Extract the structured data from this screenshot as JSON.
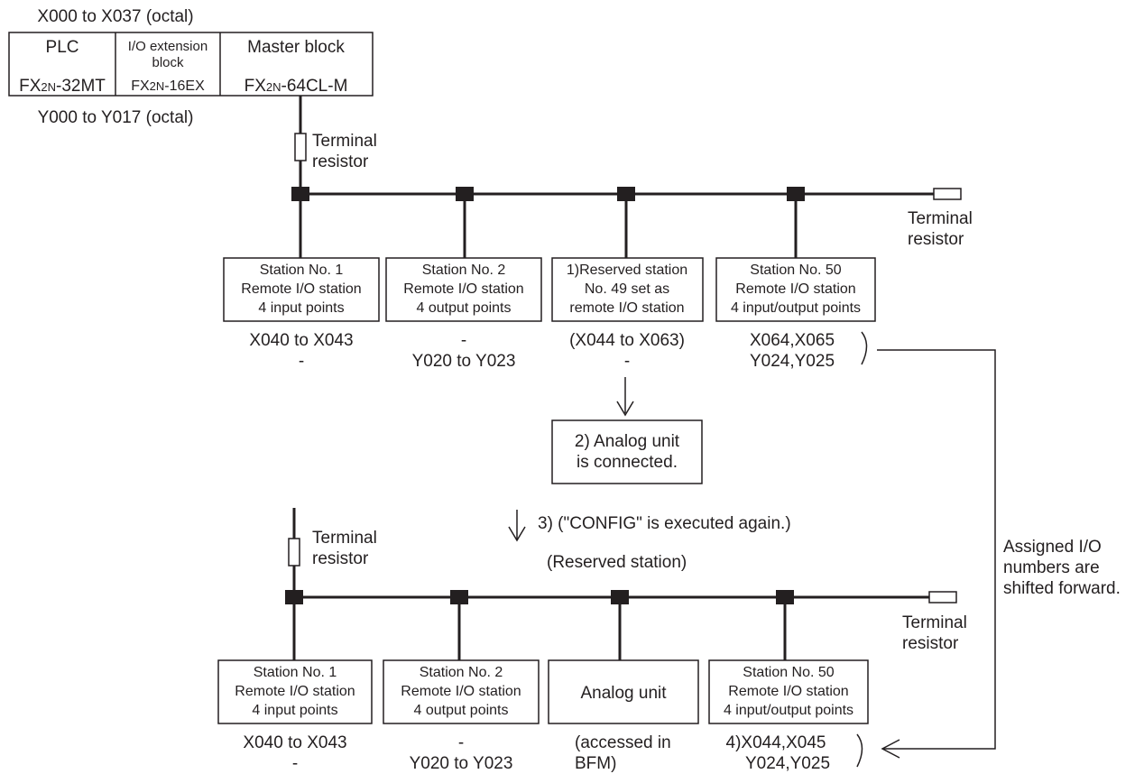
{
  "top_header": {
    "x_range_label": "X000 to X037 (octal)",
    "y_range_label": "Y000 to Y017 (octal)"
  },
  "controller_blocks": [
    {
      "title": "PLC",
      "model_prefix": "FX",
      "model_sub": "2N",
      "model_suffix": "-32MT"
    },
    {
      "title_line1": "I/O extension",
      "title_line2": "block",
      "model_prefix": "FX",
      "model_sub": "2N",
      "model_suffix": "-16EX"
    },
    {
      "title": "Master block",
      "model_prefix": "FX",
      "model_sub": "2N",
      "model_suffix": "-64CL-M"
    }
  ],
  "terminal_resistor_label": {
    "line1": "Terminal",
    "line2": "resistor"
  },
  "before": {
    "stations": [
      {
        "lines": [
          "Station No. 1",
          "Remote I/O station",
          "4 input points"
        ],
        "addr": [
          "X040 to X043",
          "-"
        ]
      },
      {
        "lines": [
          "Station No. 2",
          "Remote I/O station",
          "4 output points"
        ],
        "addr": [
          "-",
          "Y020 to Y023"
        ]
      },
      {
        "lines": [
          "1)Reserved station",
          "No. 49 set as",
          "remote I/O station"
        ],
        "addr": [
          "(X044 to X063)",
          "-"
        ]
      },
      {
        "lines": [
          "Station No. 50",
          "Remote I/O station",
          "4 input/output points"
        ],
        "addr": [
          "X064,X065",
          "Y024,Y025"
        ]
      }
    ]
  },
  "analog_connected": {
    "line1": "2) Analog unit",
    "line2": "is connected."
  },
  "config_step": "3) (\"CONFIG\" is executed again.)",
  "reserved_station_label": "(Reserved station)",
  "after": {
    "stations": [
      {
        "lines": [
          "Station No. 1",
          "Remote I/O station",
          "4 input points"
        ],
        "addr": [
          "X040 to X043",
          "-"
        ]
      },
      {
        "lines": [
          "Station No. 2",
          "Remote I/O station",
          "4 output points"
        ],
        "addr": [
          "-",
          "Y020 to Y023"
        ]
      },
      {
        "lines": [
          "Analog unit"
        ],
        "addr": [
          "(accessed in",
          "BFM)"
        ]
      },
      {
        "lines": [
          "Station No. 50",
          "Remote I/O station",
          "4 input/output points"
        ],
        "addr": [
          "4)X044,X045",
          "Y024,Y025"
        ]
      }
    ]
  },
  "shift_note": [
    "Assigned I/O",
    "numbers are",
    "shifted forward."
  ]
}
